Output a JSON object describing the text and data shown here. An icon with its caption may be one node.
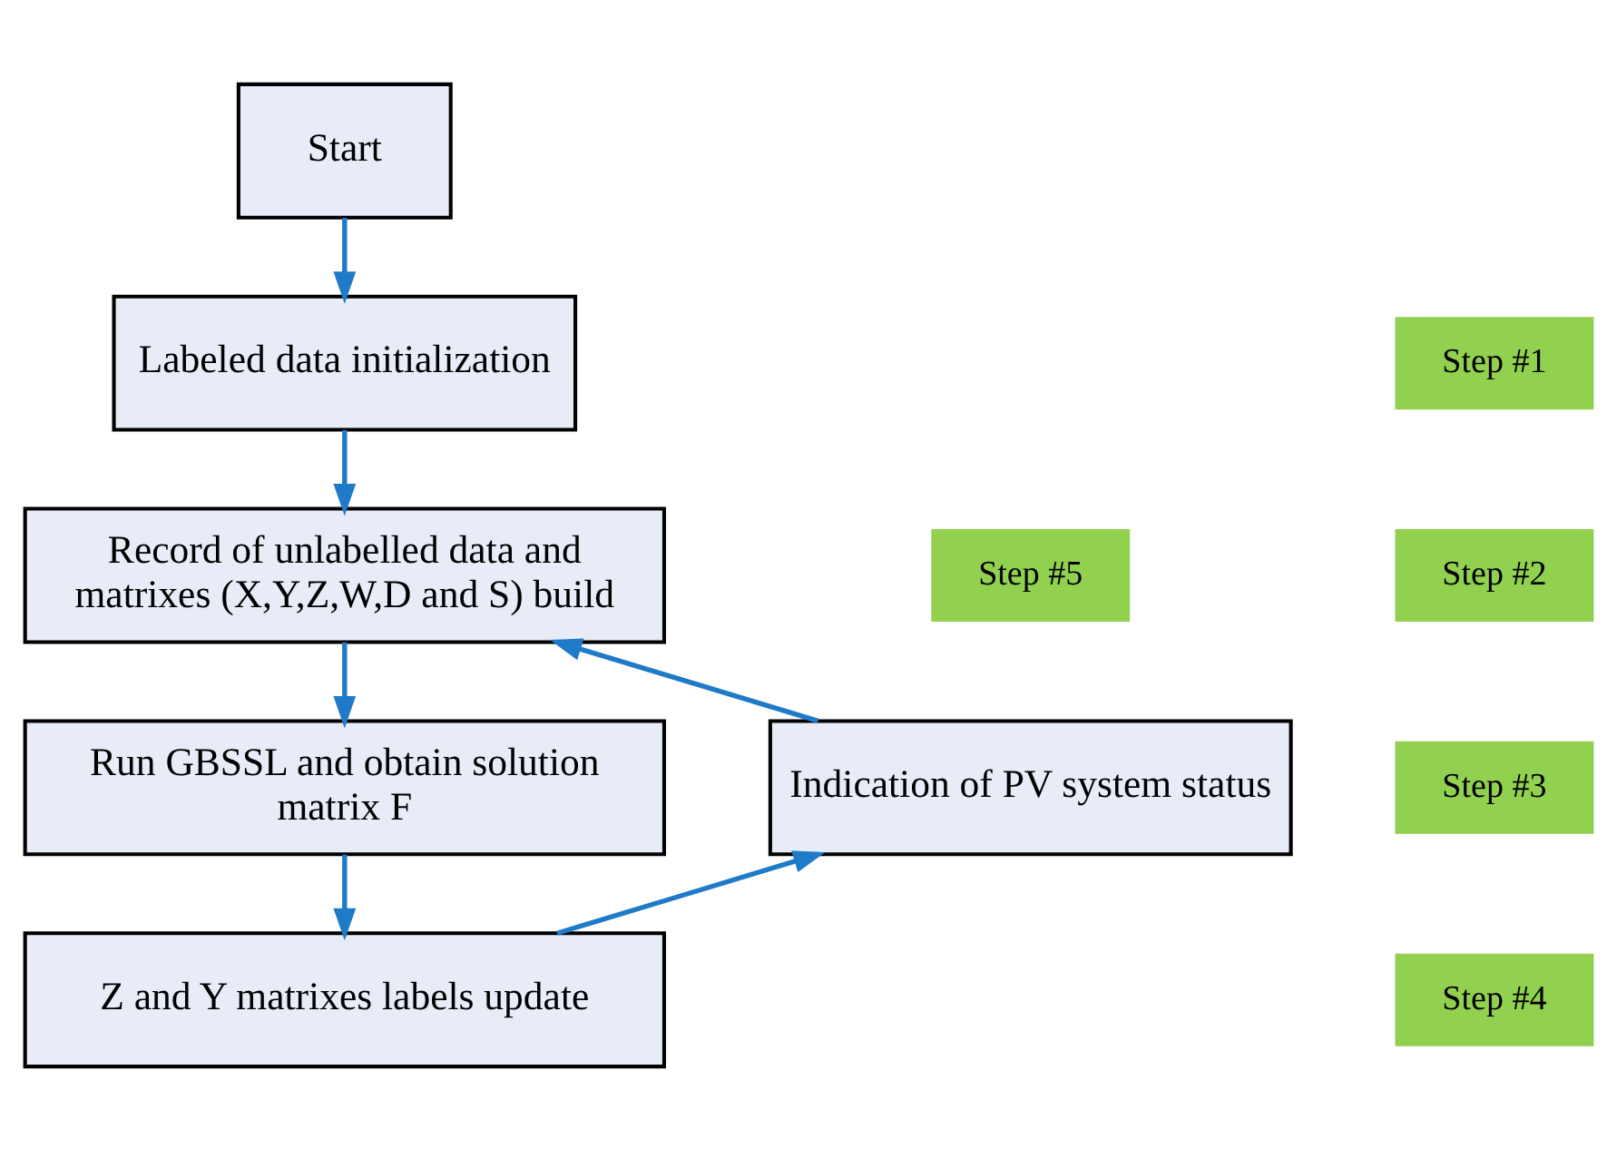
{
  "diagram": {
    "nodes": [
      {
        "text": [
          "Start"
        ]
      },
      {
        "text": [
          "Step #1"
        ]
      },
      {
        "text": [
          "Labeled data initialization"
        ]
      },
      {
        "text": [
          "Step #2"
        ]
      },
      {
        "text": [
          "Record of unlabelled data and matrixes (X,Y,Z,W,D and S) build"
        ]
      },
      {
        "text": [
          "Step #5"
        ]
      },
      {
        "text": [
          "Step #3"
        ]
      },
      {
        "text": [
          "Run GBSSL and obtain solution matrix F"
        ]
      },
      {
        "text": [
          "Indication of PV system status"
        ]
      },
      {
        "text": [
          "Step #4"
        ]
      },
      {
        "text": [
          "Z and Y matrixes labels update"
        ]
      }
    ],
    "edges": [
      {
        "from": 0,
        "to": 2,
        "arrow": "to"
      },
      {
        "from": 2,
        "to": 4,
        "arrow": "to"
      },
      {
        "from": 4,
        "to": 7,
        "arrow": "to"
      },
      {
        "from": 7,
        "to": 10,
        "arrow": "to"
      },
      {
        "from": 10,
        "to": 8,
        "arrow": "to"
      },
      {
        "from": 8,
        "to": 4,
        "arrow": "to"
      }
    ]
  }
}
